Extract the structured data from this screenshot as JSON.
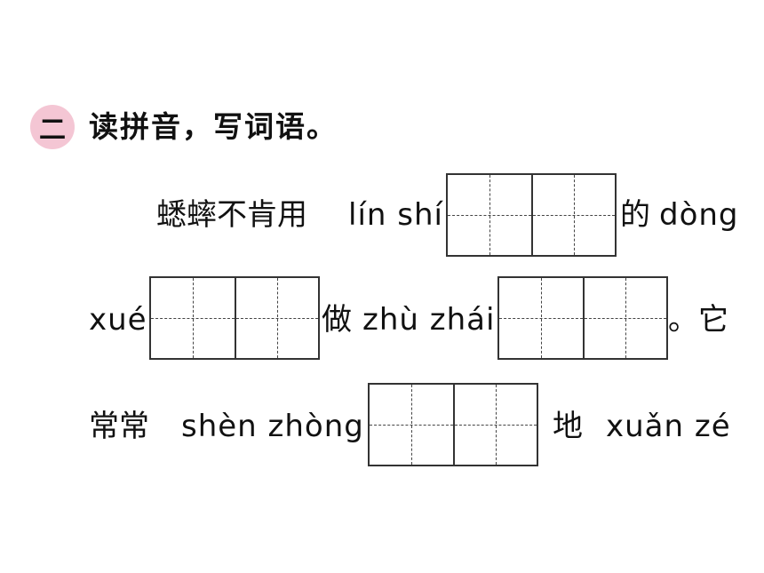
{
  "section": {
    "number": "二",
    "title": "读拼音，写词语。"
  },
  "lines": {
    "l1_prefix": "蟋蟀不肯用",
    "l1_pinyin": "lín shí",
    "l1_suffix": "的",
    "l1_pinyin2": "dòng",
    "l2_pinyin1": "xué",
    "l2_mid": "做",
    "l2_pinyin2": "zhù zhái",
    "l2_suffix": "。它",
    "l3_prefix": "常常",
    "l3_pinyin1": "shèn zhòng",
    "l3_mid": "地",
    "l3_pinyin2": "xuǎn zé"
  }
}
